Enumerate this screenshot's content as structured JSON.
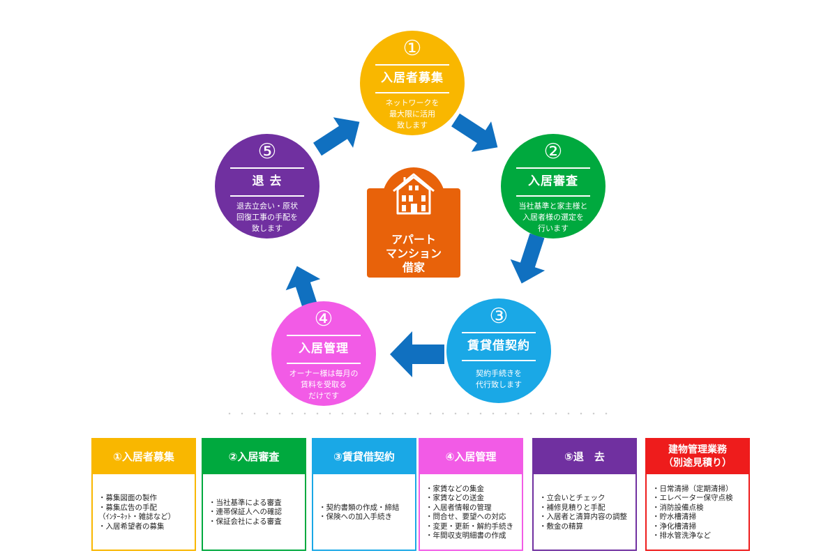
{
  "colors": {
    "step1": "#f9b700",
    "step2": "#00a93e",
    "step3": "#1aa8e6",
    "step4": "#f25be6",
    "step5": "#7030a0",
    "extra": "#ee1c1c",
    "arrow": "#1070c0",
    "center": "#e8620a"
  },
  "center": {
    "icon": "house-icon",
    "lines": [
      "アパート",
      "マンション",
      "借家"
    ]
  },
  "steps": [
    {
      "num": "①",
      "title": "入居者募集",
      "desc": [
        "ネットワークを",
        "最大限に活用",
        "致します"
      ]
    },
    {
      "num": "②",
      "title": "入居審査",
      "desc": [
        "当社基準と家主様と",
        "入居者様の選定を",
        "行います"
      ]
    },
    {
      "num": "③",
      "title": "賃貸借契約",
      "desc": [
        "契約手続きを",
        "代行致します"
      ]
    },
    {
      "num": "④",
      "title": "入居管理",
      "desc": [
        "オーナー様は毎月の",
        "賃料を受取る",
        "だけです"
      ]
    },
    {
      "num": "⑤",
      "title": "退 去",
      "desc": [
        "退去立会い・原状",
        "回復工事の手配を",
        "致します"
      ]
    }
  ],
  "cards": [
    {
      "head": "①入居者募集",
      "items": [
        "・募集図面の製作",
        "・募集広告の手配",
        "（ｲﾝﾀｰﾈｯﾄ・雑誌など）",
        "・入居希望者の募集"
      ]
    },
    {
      "head": "②入居審査",
      "items": [
        "・当社基準による審査",
        "・連帯保証人への確認",
        "・保証会社による審査"
      ]
    },
    {
      "head": "③賃貸借契約",
      "items": [
        "・契約書類の作成・締結",
        "・保険への加入手続き"
      ]
    },
    {
      "head": "④入居管理",
      "items": [
        "・家賃などの集金",
        "・家賃などの送金",
        "・入居者情報の管理",
        "・問合せ、要望への対応",
        "・変更・更新・解約手続き",
        "・年間収支明細書の作成"
      ]
    },
    {
      "head": "⑤退　去",
      "items": [
        "・立会いとチェック",
        "・補修見積りと手配",
        "・入居者と清算内容の調整",
        "・敷金の精算"
      ]
    },
    {
      "head": "建物管理業務\n（別途見積り）",
      "head_lines": [
        "建物管理業務",
        "（別途見積り）"
      ],
      "items": [
        "・日常清掃（定期清掃）",
        "・エレベーター保守点検",
        "・消防設備点検",
        "・貯水槽清掃",
        "・浄化槽清掃",
        "・排水管洗浄など"
      ]
    }
  ]
}
